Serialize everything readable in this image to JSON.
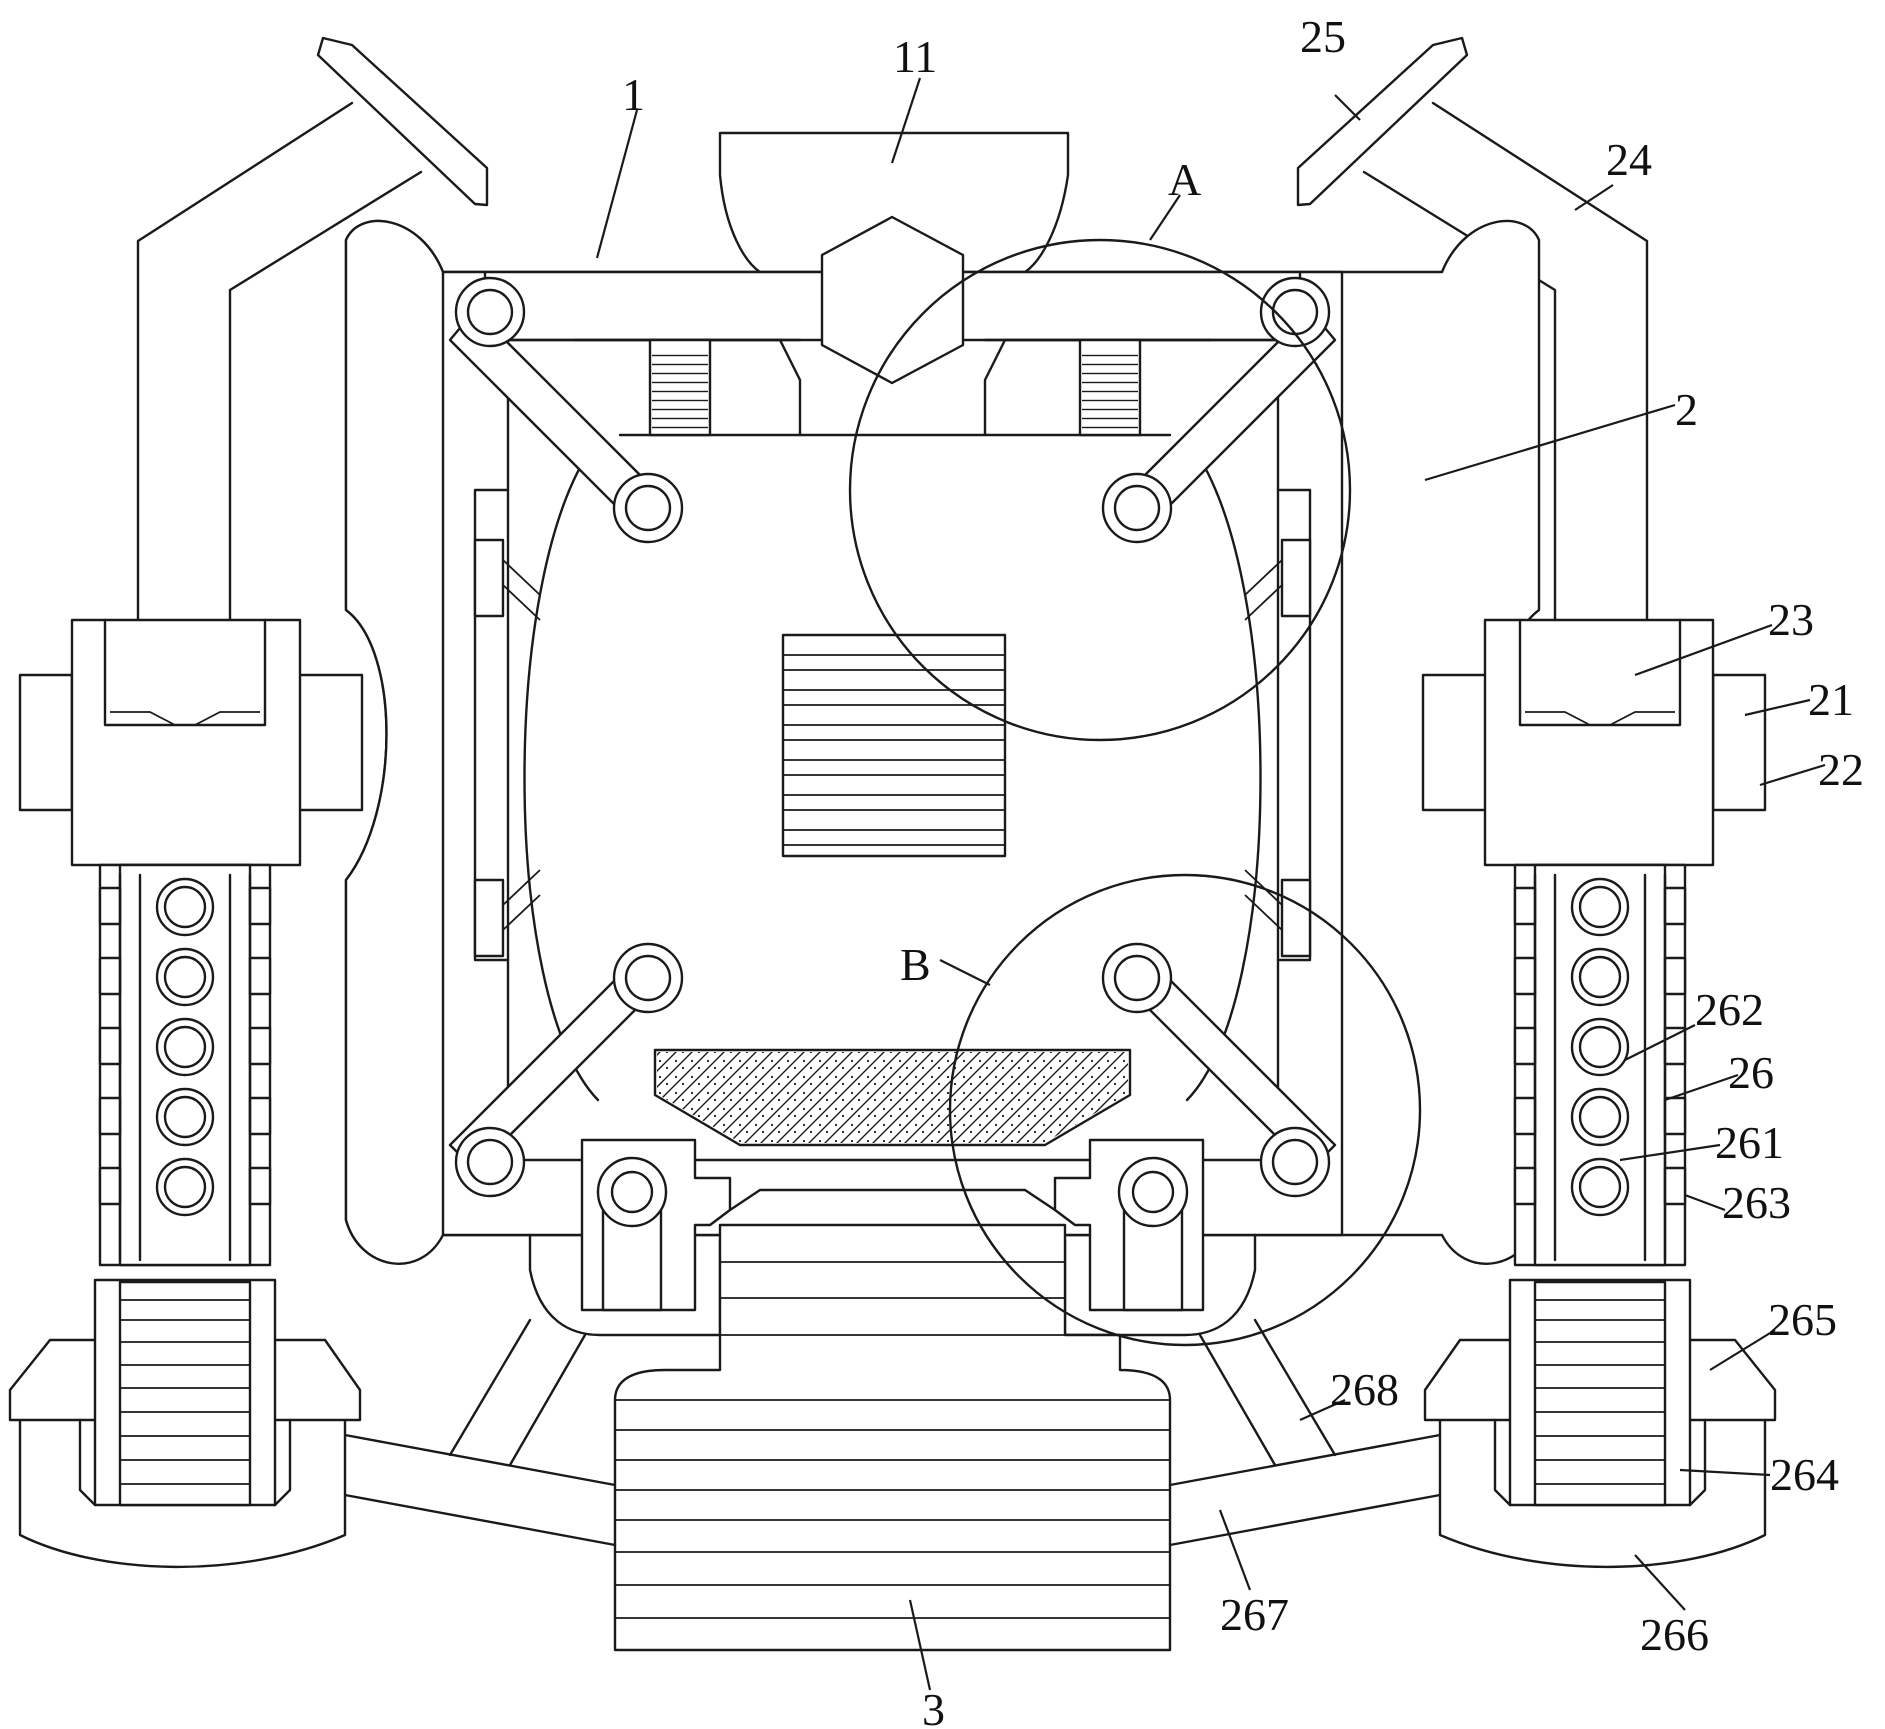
{
  "labels": {
    "l1": "1",
    "l11": "11",
    "lA": "A",
    "l25": "25",
    "l24": "24",
    "l2": "2",
    "l23": "23",
    "l21": "21",
    "l22": "22",
    "lB": "B",
    "l262": "262",
    "l26": "26",
    "l261": "261",
    "l263": "263",
    "l265": "265",
    "l268": "268",
    "l264": "264",
    "l267": "267",
    "l266": "266",
    "l3": "3"
  }
}
